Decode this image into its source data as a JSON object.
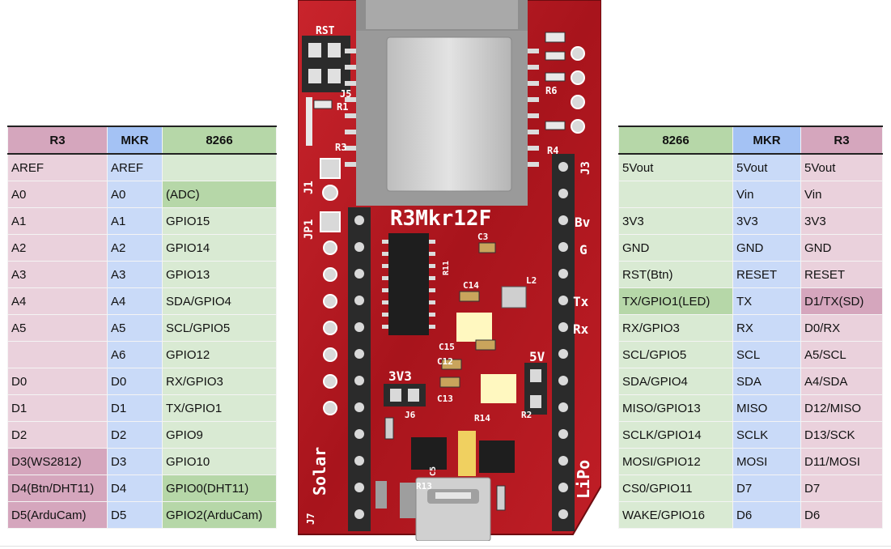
{
  "left_table": {
    "headers": [
      "R3",
      "MKR",
      "8266"
    ],
    "rows": [
      [
        "AREF",
        "AREF",
        ""
      ],
      [
        "A0",
        "A0",
        "(ADC)"
      ],
      [
        "A1",
        "A1",
        "GPIO15"
      ],
      [
        "A2",
        "A2",
        "GPIO14"
      ],
      [
        "A3",
        "A3",
        "GPIO13"
      ],
      [
        "A4",
        "A4",
        "SDA/GPIO4"
      ],
      [
        "A5",
        "A5",
        "SCL/GPIO5"
      ],
      [
        "",
        "A6",
        "GPIO12"
      ],
      [
        "D0",
        "D0",
        "RX/GPIO3"
      ],
      [
        "D1",
        "D1",
        "TX/GPIO1"
      ],
      [
        "D2",
        "D2",
        "GPIO9"
      ],
      [
        "D3(WS2812)",
        "D3",
        "GPIO10"
      ],
      [
        "D4(Btn/DHT11)",
        "D4",
        "GPIO0(DHT11)"
      ],
      [
        "D5(ArduCam)",
        "D5",
        "GPIO2(ArduCam)"
      ]
    ]
  },
  "right_table": {
    "headers": [
      "8266",
      "MKR",
      "R3"
    ],
    "rows": [
      [
        "5Vout",
        "5Vout",
        "5Vout"
      ],
      [
        "",
        "Vin",
        "Vin"
      ],
      [
        "3V3",
        "3V3",
        "3V3"
      ],
      [
        "GND",
        "GND",
        "GND"
      ],
      [
        "RST(Btn)",
        "RESET",
        "RESET"
      ],
      [
        "TX/GPIO1(LED)",
        "TX",
        "D1/TX(SD)"
      ],
      [
        "RX/GPIO3",
        "RX",
        "D0/RX"
      ],
      [
        "SCL/GPIO5",
        "SCL",
        "A5/SCL"
      ],
      [
        "SDA/GPIO4",
        "SDA",
        "A4/SDA"
      ],
      [
        "MISO/GPIO13",
        "MISO",
        "D12/MISO"
      ],
      [
        "SCLK/GPIO14",
        "SCLK",
        "D13/SCK"
      ],
      [
        "MOSI/GPIO12",
        "MOSI",
        "D11/MOSI"
      ],
      [
        "CS0/GPIO11",
        "D7",
        "D7"
      ],
      [
        "WAKE/GPIO16",
        "D6",
        "D6"
      ]
    ]
  },
  "board": {
    "name": "R3Mkr12F",
    "labels": {
      "rst": "RST",
      "j5": "J5",
      "r1": "R1",
      "r3": "R3",
      "r6": "R6",
      "r4": "R4",
      "j1": "J1",
      "jp1": "JP1",
      "j3": "J3",
      "c3": "C3",
      "c14": "C14",
      "l2": "L2",
      "c15": "C15",
      "c12": "C12",
      "c13": "C13",
      "c5": "C5",
      "v3v3": "3V3",
      "v5v": "5V",
      "vbv": "Bv",
      "gnd": "G",
      "tx": "Tx",
      "rx": "Rx",
      "solar": "Solar",
      "lipo": "LiPo",
      "j7": "J7",
      "j6": "J6",
      "r14": "R14",
      "r2": "R2",
      "r11": "R11",
      "r13": "R13"
    },
    "colors": {
      "pcb": "#b81c24",
      "pcb_dark": "#8a1016",
      "silk": "#ffffff",
      "pad": "#d9d9d9"
    }
  }
}
